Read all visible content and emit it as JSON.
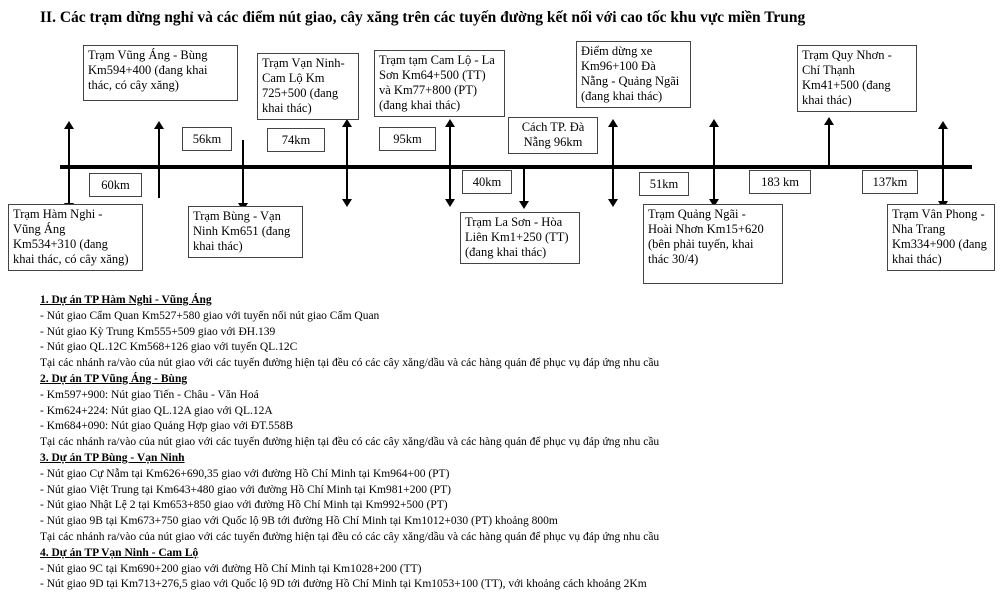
{
  "title": "II. Các trạm dừng nghỉ và các điểm nút giao, cây xăng trên các tuyến đường kết nối với cao tốc khu vực miền Trung",
  "stations_above": [
    {
      "lines": [
        "Trạm Vũng Áng - Bùng",
        "Km594+400 (đang khai",
        "thác, có cây xăng)"
      ]
    },
    {
      "lines": [
        "Trạm Vạn Ninh-",
        "Cam Lộ Km",
        "725+500 (đang",
        "khai thác)"
      ]
    },
    {
      "lines": [
        "Trạm tạm Cam Lộ - La",
        "Sơn Km64+500 (TT)",
        "và Km77+800 (PT)",
        "(đang khai thác)"
      ]
    },
    {
      "lines": [
        "Cách TP. Đà",
        "Nẵng 96km"
      ]
    },
    {
      "lines": [
        "Điểm dừng xe",
        "Km96+100 Đà",
        "Nẵng - Quảng Ngãi",
        "(đang khai thác)"
      ]
    },
    {
      "lines": [
        "Trạm Quy Nhơn -",
        "Chí Thạnh",
        "Km41+500 (đang",
        "khai thác)"
      ]
    }
  ],
  "stations_below": [
    {
      "lines": [
        "Trạm Hàm Nghi -",
        "Vũng Áng",
        "Km534+310 (đang",
        "khai thác, có cây xăng)"
      ]
    },
    {
      "lines": [
        "Trạm Bùng - Vạn",
        "Ninh Km651 (đang",
        "khai thác)"
      ]
    },
    {
      "lines": [
        "Trạm La Sơn - Hòa",
        "Liên Km1+250 (TT)",
        "(đang khai thác)"
      ]
    },
    {
      "lines": [
        "Trạm Quảng Ngãi -",
        "Hoài Nhơn Km15+620",
        "(bên phải tuyến, khai",
        "thác 30/4)"
      ]
    },
    {
      "lines": [
        "Trạm Vân Phong -",
        "Nha Trang",
        "Km334+900 (đang",
        "khai thác)"
      ]
    }
  ],
  "distances": [
    "60km",
    "56km",
    "74km",
    "95km",
    "40km",
    "51km",
    "183 km",
    "137km"
  ],
  "notes": [
    {
      "heading": "1. Dự án TP Hàm Nghi - Vũng Áng",
      "items": [
        "- Nút giao Cẩm Quan Km527+580 giao với tuyến nối nút giao Cẩm Quan",
        "- Nút giao Kỳ Trung Km555+509 giao với ĐH.139",
        "- Nút giao QL.12C Km568+126 giao với tuyến QL.12C",
        "Tại các nhánh ra/vào của nút giao với các tuyến đường hiện tại đều có các cây xăng/dầu và các hàng quán để phục vụ đáp ứng nhu cầu"
      ]
    },
    {
      "heading": "2. Dự án TP Vũng Áng - Bùng",
      "items": [
        "- Km597+900: Nút giao Tiến - Châu - Văn Hoá",
        "- Km624+224: Nút giao QL.12A giao với QL.12A",
        "- Km684+090: Nút giao Quảng Hợp giao với ĐT.558B",
        "Tại các nhánh ra/vào của nút giao với các tuyến đường hiện tại đều có các cây xăng/dầu và các hàng quán để phục vụ đáp ứng nhu cầu"
      ]
    },
    {
      "heading": "3. Dự án TP Bùng - Vạn Ninh",
      "items": [
        "- Nút giao Cự Nẫm tại Km626+690,35 giao với đường Hồ Chí Minh tại Km964+00 (PT)",
        "- Nút giao Việt Trung tại Km643+480 giao với đường Hồ Chí Minh tại Km981+200 (PT)",
        "- Nút giao Nhật Lệ 2 tại Km653+850 giao với đường Hồ Chí Minh tại Km992+500 (PT)",
        "- Nút giao 9B tại Km673+750 giao với Quốc lộ 9B tới đường Hồ Chí Minh tại Km1012+030 (PT) khoảng 800m",
        "Tại các nhánh ra/vào của nút giao với các tuyến đường hiện tại đều có các cây xăng/dầu và các hàng quán để phục vụ đáp ứng nhu cầu"
      ]
    },
    {
      "heading": "4. Dự án TP Vạn Ninh - Cam Lộ",
      "items": [
        "- Nút giao 9C tại Km690+200 giao với đường Hồ Chí Minh tại Km1028+200 (TT)",
        "- Nút giao 9D tại Km713+276,5 giao với Quốc lộ 9D tới đường Hồ Chí Minh tại Km1053+100 (TT), với khoảng cách khoảng 2Km"
      ]
    }
  ]
}
